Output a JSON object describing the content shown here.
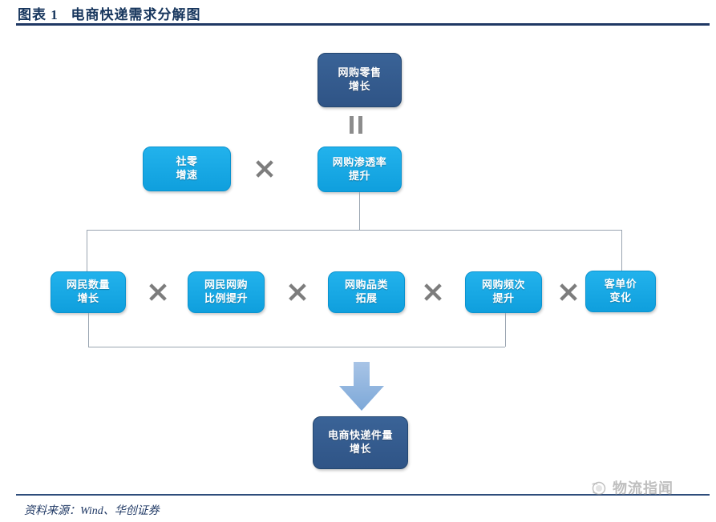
{
  "header": {
    "exhibit_label": "图表 1",
    "title": "电商快递需求分解图",
    "rule_color": "#1f3864"
  },
  "footer": {
    "source": "资料来源：Wind、华创证券"
  },
  "watermark": {
    "text": "物流指闻",
    "logo_icon": "circle-bird-logo-icon"
  },
  "theme": {
    "navy": "#2f5486",
    "cyan": "#11a2e0",
    "connector": "#9aa5b1",
    "operator": "#7d7d7d",
    "arrow": "#92b6de"
  },
  "diagram": {
    "type": "decomposition-tree",
    "nodes": {
      "top": {
        "label": "网购零售\n增长",
        "color": "navy"
      },
      "level1_left": {
        "label": "社零\n增速",
        "color": "cyan"
      },
      "level1_right": {
        "label": "网购渗透率\n提升",
        "color": "cyan"
      },
      "level2": [
        {
          "label": "网民数量\n增长",
          "color": "cyan"
        },
        {
          "label": "网民网购\n比例提升",
          "color": "cyan"
        },
        {
          "label": "网购品类\n拓展",
          "color": "cyan"
        },
        {
          "label": "网购频次\n提升",
          "color": "cyan"
        },
        {
          "label": "客单价\n变化",
          "color": "cyan"
        }
      ],
      "bottom": {
        "label": "电商快递件量\n增长",
        "color": "navy"
      }
    },
    "operators": {
      "equals": "=",
      "times": "×"
    }
  }
}
